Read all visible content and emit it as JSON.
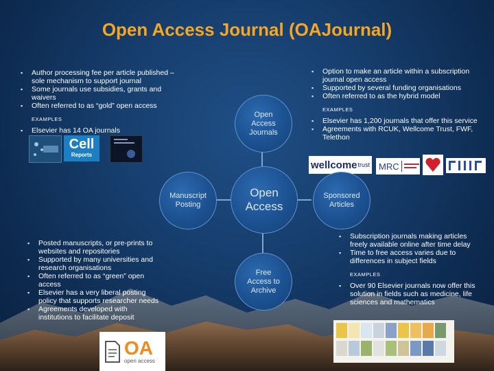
{
  "title": "Open Access Journal (OAJournal)",
  "top_left": {
    "bullets": [
      "Author processing fee per article published – sole mechanism to support journal",
      "Some journals use subsidies, grants and waivers",
      "Often referred to as “gold” open access"
    ],
    "examples_label": "EXAMPLES",
    "example_bullets": [
      "Elsevier has 14 OA journals"
    ]
  },
  "top_right": {
    "bullets": [
      "Option to make an article within a subscription journal open access",
      "Supported by several funding organisations",
      "Often referred to as the hybrid model"
    ],
    "examples_label": "EXAMPLES",
    "example_bullets": [
      "Elsevier has 1,200 journals that offer this service",
      "Agreements with RCUK, Wellcome Trust, FWF, Telethon"
    ]
  },
  "bottom_left": {
    "bullets": [
      "Posted manuscripts, or pre-prints to websites and repositories",
      "Supported by many universities and research organisations",
      "Often referred to as “green” open access",
      "Elsevier has a very liberal posting policy that supports researcher needs",
      "Agreements developed with institutions to facilitate deposit"
    ]
  },
  "bottom_right": {
    "bullets": [
      "Subscription journals making articles freely available online after time delay",
      "Time to free access varies due to differences in subject fields"
    ],
    "examples_label": "EXAMPLES",
    "example_bullets": [
      "Over 90 Elsevier journals now offer this solution in fields such as medicine, life sciences and mathematics"
    ]
  },
  "circles": {
    "center": "Open Access",
    "top": "Open Access Journals",
    "left": "Manuscript Posting",
    "right": "Sponsored Articles",
    "bottom": "Free Access to Archive"
  },
  "logos": {
    "cell_name": "Cell",
    "cell_sub": "Reports",
    "wellcome": "wellcome",
    "wellcome_trust": "trust",
    "mrc": "MRC",
    "oa_big": "OA",
    "oa_small": "open access"
  },
  "colors": {
    "title": "#f5a623",
    "background": "#163d6c",
    "circle": "#1b4f8e"
  }
}
